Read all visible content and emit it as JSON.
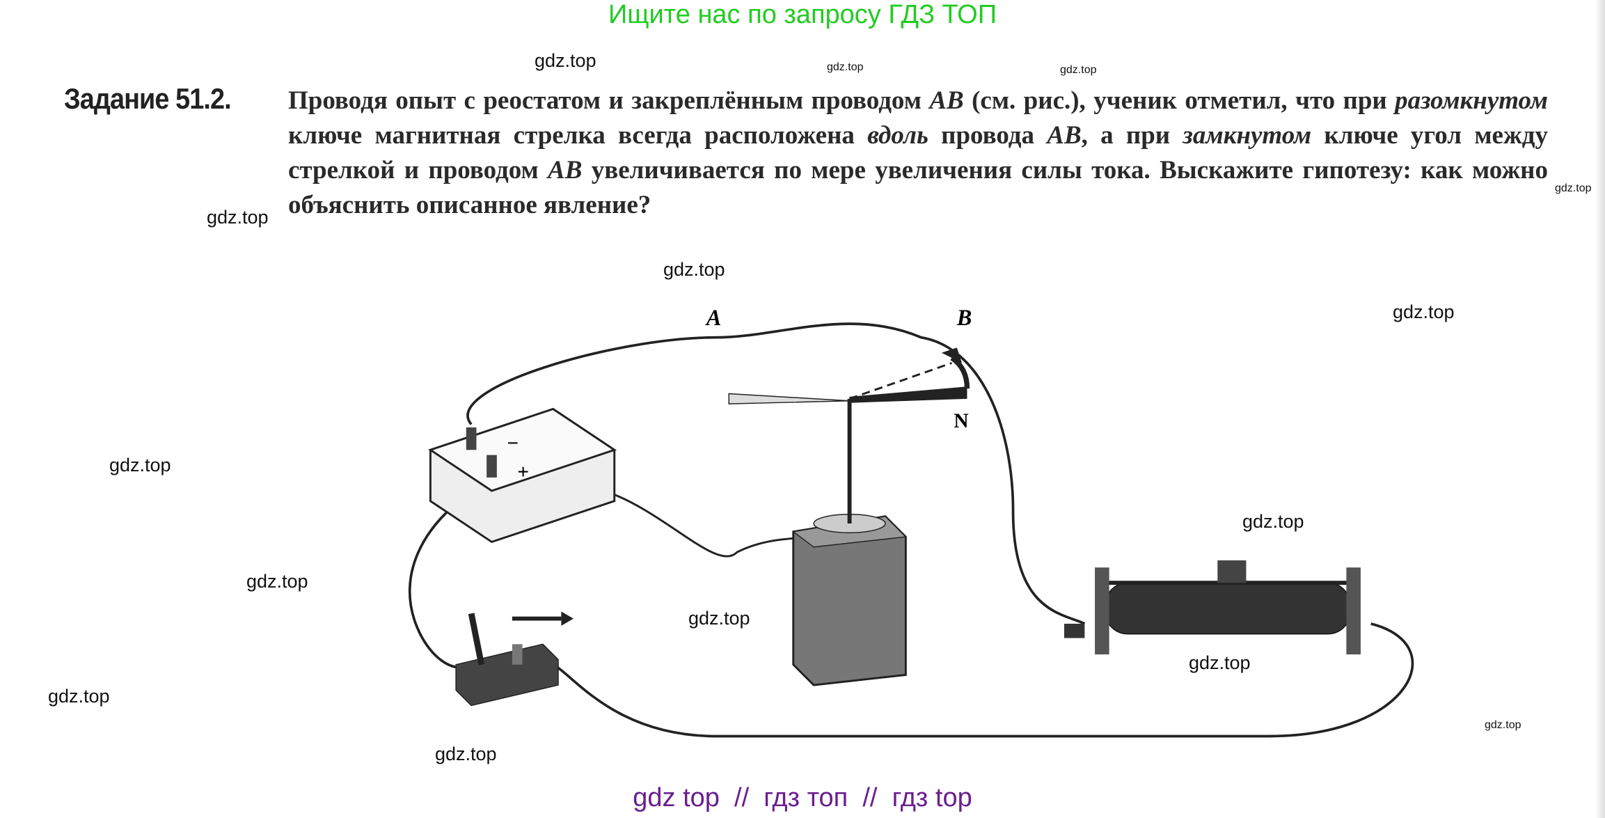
{
  "banner": {
    "top": "Ищите нас по запросу ГДЗ ТОП",
    "bottom": "gdz top  //  гдз топ  //  гдз top"
  },
  "task": {
    "number": "Задание 51.2.",
    "text_1": "Проводя опыт с реостатом и закреплённым проводом ",
    "ab_1": "AB",
    "text_2": " (см. рис.), ученик отметил, что при ",
    "open": "разомкнутом",
    "text_3": " ключе магнитная стрелка всегда расположена ",
    "along": "вдоль",
    "text_4": " провода ",
    "ab_2": "AB",
    "text_5": ", а при ",
    "closed": "замкнутом",
    "text_6": " ключе угол между стрелкой и проводом ",
    "ab_3": "AB",
    "text_7": " увеличивается по мере увеличения силы тока. Выскажите гипотезу: как можно объяснить описанное явление?"
  },
  "figure": {
    "label_a": "A",
    "label_b": "B",
    "label_n": "N",
    "battery_minus": "−",
    "battery_plus": "+"
  },
  "watermark": "gdz.top"
}
